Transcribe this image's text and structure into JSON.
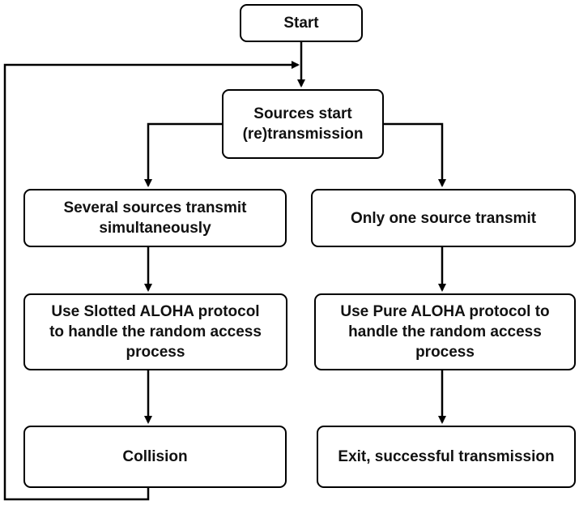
{
  "diagram": {
    "nodes": {
      "start": "Start",
      "sources_start": "Sources start\n(re)transmission",
      "several_sources": "Several sources transmit\nsimultaneously",
      "only_one": "Only one source transmit",
      "slotted_aloha": "Use Slotted ALOHA protocol\nto handle the random access\nprocess",
      "pure_aloha": "Use Pure ALOHA protocol to\nhandle the random access\nprocess",
      "collision": "Collision",
      "exit_success": "Exit, successful transmission"
    },
    "edges": [
      {
        "from": "start",
        "to": "sources_start"
      },
      {
        "from": "sources_start",
        "to": "several_sources"
      },
      {
        "from": "sources_start",
        "to": "only_one"
      },
      {
        "from": "several_sources",
        "to": "slotted_aloha"
      },
      {
        "from": "only_one",
        "to": "pure_aloha"
      },
      {
        "from": "slotted_aloha",
        "to": "collision"
      },
      {
        "from": "pure_aloha",
        "to": "exit_success"
      },
      {
        "from": "collision",
        "to": "sources_start"
      }
    ],
    "colors": {
      "stroke": "#000000",
      "text": "#111111",
      "background": "#ffffff"
    }
  }
}
